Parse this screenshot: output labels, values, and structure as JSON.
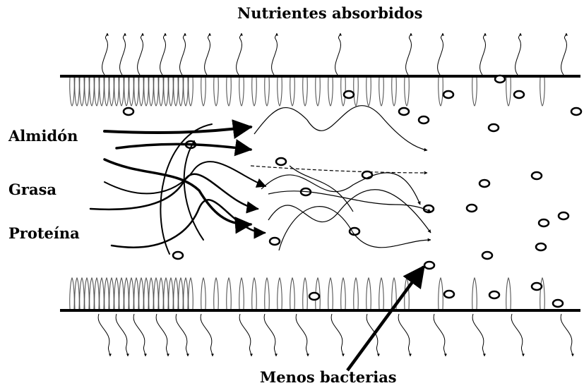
{
  "top_label": "Nutrientes absorbidos",
  "bottom_label": "Menos bacterias",
  "inputs": {
    "almidon": "Almidón",
    "grasa": "Grasa",
    "proteina": "Proteína"
  }
}
